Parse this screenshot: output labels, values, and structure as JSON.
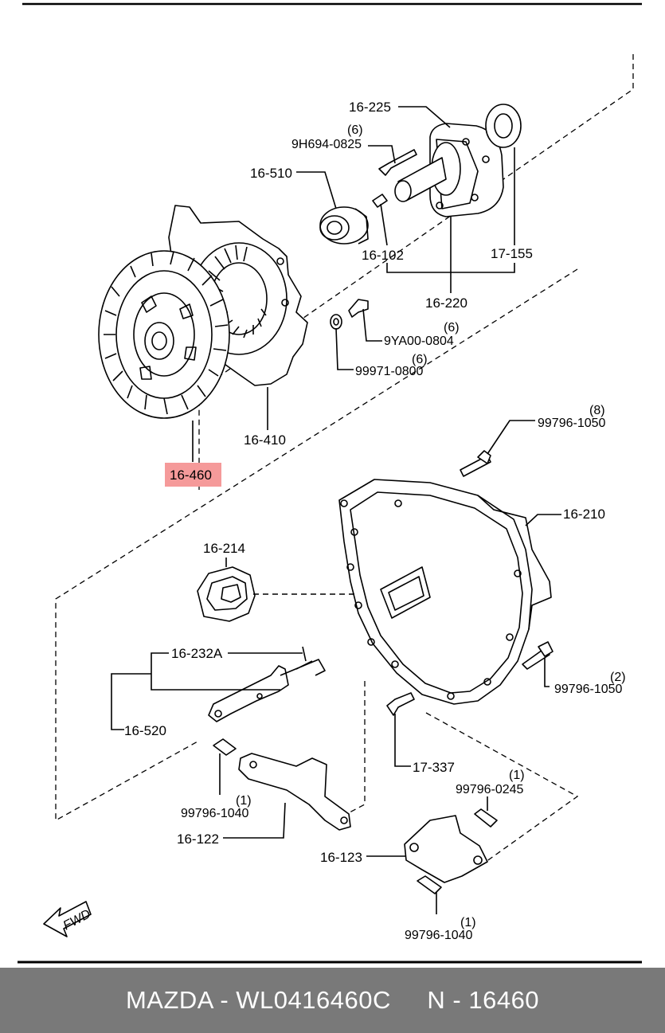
{
  "footer": {
    "text": "MAZDA - WL0416460C     N - 16460"
  },
  "labels": {
    "p16_225": "16-225",
    "qty_9h694": "(6)",
    "p9h694": "9H694-0825",
    "p16_510": "16-510",
    "p16_102": "16-102",
    "p17_155": "17-155",
    "p16_220": "16-220",
    "qty_9ya00": "(6)",
    "p9ya00": "9YA00-0804",
    "qty_99971": "(6)",
    "p99971": "99971-0800",
    "p16_410": "16-410",
    "p16_460": "16-460",
    "qty_99796_1050a": "(8)",
    "p99796_1050a": "99796-1050",
    "p16_210": "16-210",
    "p16_214": "16-214",
    "p16_232a": "16-232A",
    "p16_520": "16-520",
    "qty_99796_1050b": "(2)",
    "p99796_1050b": "99796-1050",
    "p17_337": "17-337",
    "qty_99796_0245": "(1)",
    "p99796_0245": "99796-0245",
    "qty_99796_1040a": "(1)",
    "p99796_1040a": "99796-1040",
    "p16_122": "16-122",
    "p16_123": "16-123",
    "qty_99796_1040b": "(1)",
    "p99796_1040b": "99796-1040",
    "fwd": "FWD"
  },
  "highlight": {
    "part": "16-460",
    "color": "#f59a9a"
  },
  "colors": {
    "footer_bg": "#797979",
    "footer_text": "#ffffff"
  }
}
